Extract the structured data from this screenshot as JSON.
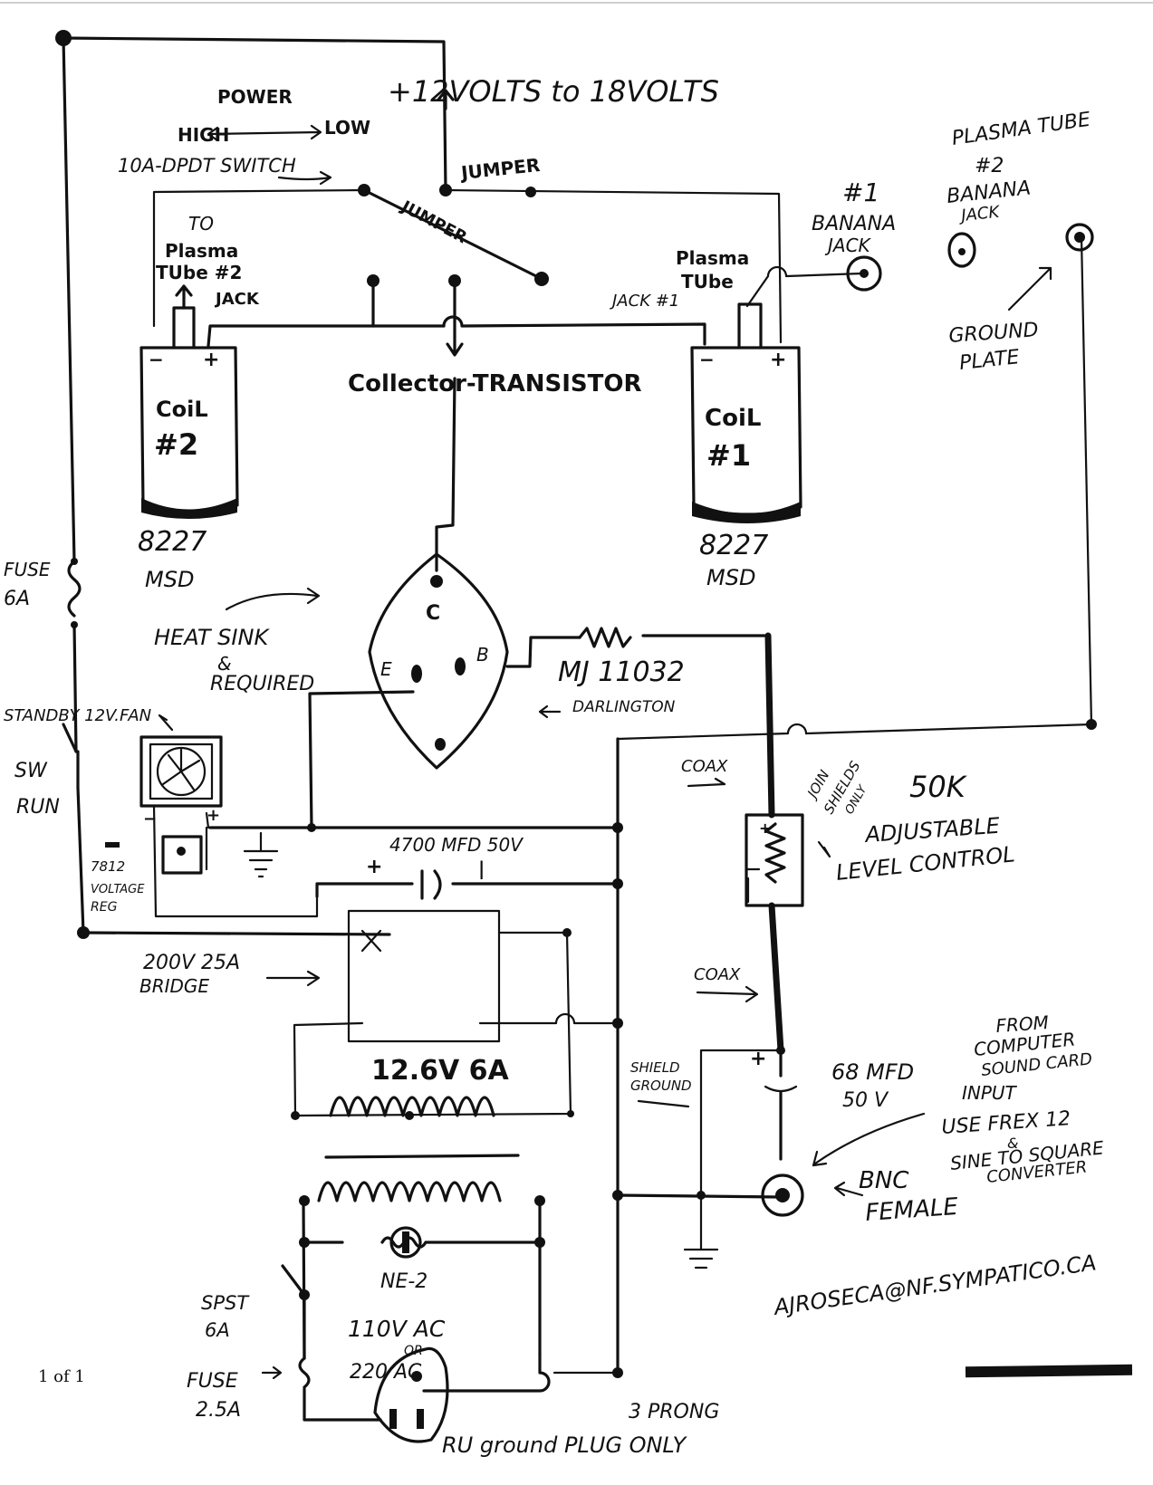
{
  "labels": {
    "supply_voltage": "+12VOLTS to 18VOLTS",
    "power": "POWER",
    "high": "HIGH",
    "low": "LOW",
    "switch": "10A-DPDT SWITCH",
    "jumper_top": "JUMPER",
    "jumper_diag": "JUMPER",
    "to_plasma_line1": "TO",
    "to_plasma_line2": "Plasma",
    "to_plasma_line3": "TUbe #2",
    "to_plasma_line4": "JACK",
    "plasma_tube_jack1_line1": "Plasma",
    "plasma_tube_jack1_line2": "TUbe",
    "plasma_tube_jack1_line3": "JACK #1",
    "banana1_line1": "#1",
    "banana1_line2": "BANANA",
    "banana1_line3": "JACK",
    "plasma_tube2_line1": "PLASMA TUBE",
    "plasma_tube2_line2": "#2",
    "plasma_tube2_line3": "BANANA",
    "plasma_tube2_line4": "JACK",
    "ground_plate_line1": "GROUND",
    "ground_plate_line2": "PLATE",
    "collector": "Collector-TRANSISTOR",
    "coil2_line1": "CoiL",
    "coil2_line2": "#2",
    "coil1_line1": "CoiL",
    "coil1_line2": "#1",
    "msd2_line1": "8227",
    "msd2_line2": "MSD",
    "msd1_line1": "8227",
    "msd1_line2": "MSD",
    "fuse_top_line1": "FUSE",
    "fuse_top_line2": "6A",
    "heatsink_line1": "HEAT SINK",
    "heatsink_line2": "&",
    "heatsink_line3": "REQUIRED",
    "transistor_c": "C",
    "transistor_e": "E",
    "transistor_b": "B",
    "transistor_part": "MJ 11032",
    "darlington": "DARLINGTON",
    "fan": "STANDBY 12V.FAN",
    "sw": "SW",
    "run": "RUN",
    "coax_top": "COAX",
    "join_shields_line1": "JOIN",
    "join_shields_line2": "SHIELDS",
    "join_shields_line3": "ONLY",
    "pot_value": "50K",
    "pot_line1": "ADJUSTABLE",
    "pot_line2": "LEVEL CONTROL",
    "regulator_line1": "7812",
    "regulator_line2": "VOLTAGE",
    "regulator_line3": "REG",
    "capacitor": "4700 MFD 50V",
    "bridge_line1": "200V 25A",
    "bridge_line2": "BRIDGE",
    "coax_bottom": "COAX",
    "transformer": "12.6V 6A",
    "shield_ground_line1": "SHIELD",
    "shield_ground_line2": "GROUND",
    "cap68_line1": "68 MFD",
    "cap68_line2": "50 V",
    "input_line1": "FROM",
    "input_line2": "COMPUTER",
    "input_line3": "SOUND CARD",
    "input_line4": "INPUT",
    "input_line5": "USE FREX 12",
    "input_line6": "&",
    "input_line7": "SINE TO SQUARE",
    "input_line8": "CONVERTER",
    "bnc_line1": "BNC",
    "bnc_line2": "FEMALE",
    "neon": "NE-2",
    "email": "AJROSECA@NF.SYMPATICO.CA",
    "spst_line1": "SPST",
    "spst_line2": "6A",
    "ac_line1": "110V AC",
    "ac_line2": "OR",
    "ac_line3": "220 AC",
    "fuse_bottom_line1": "FUSE",
    "fuse_bottom_line2": "2.5A",
    "plug_line1": "3 PRONG",
    "plug_line2": "RU ground PLUG ONLY",
    "page_num": "1 of 1"
  }
}
